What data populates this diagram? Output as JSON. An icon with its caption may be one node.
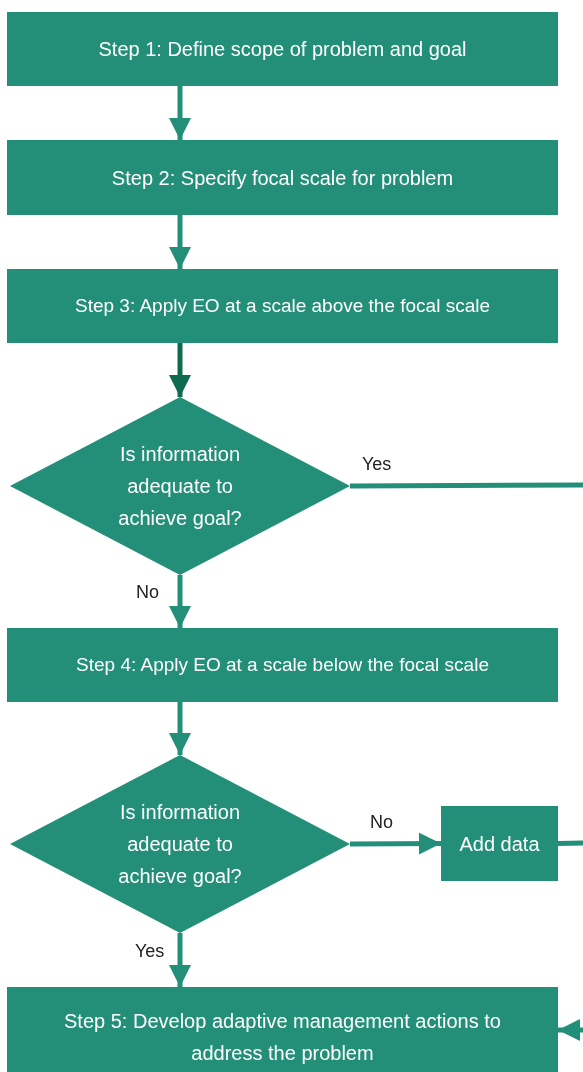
{
  "diagram": {
    "nodes": [
      {
        "text": [
          "Step 1: Define scope of problem and goal"
        ]
      },
      {
        "text": [
          "Step 2: Specify focal scale for problem"
        ]
      },
      {
        "text": [
          "Step 3: Apply EO at a scale above the focal scale"
        ]
      },
      {
        "text": [
          "Is information adequate to achieve goal?"
        ]
      },
      {
        "text": [
          "Step 4: Apply EO at a scale below the focal scale"
        ]
      },
      {
        "text": [
          "Is information adequate to achieve goal?"
        ]
      },
      {
        "text": [
          "Add data"
        ]
      },
      {
        "text": [
          "Step 5: Develop adaptive management actions to address the problem"
        ]
      }
    ],
    "edges": [
      {
        "from": 0,
        "to": 1,
        "arrow": "to"
      },
      {
        "from": 1,
        "to": 2,
        "arrow": "to"
      },
      {
        "from": 2,
        "to": 3,
        "arrow": "to",
        "color": "#0e6b4f"
      },
      {
        "from": 3,
        "to": 4,
        "arrow": "to",
        "label": "No"
      },
      {
        "from": 3,
        "to": null,
        "arrow": "none",
        "label": "Yes"
      },
      {
        "from": 4,
        "to": 5,
        "arrow": "to"
      },
      {
        "from": 5,
        "to": 6,
        "arrow": "to",
        "label": "No"
      },
      {
        "from": 5,
        "to": 7,
        "arrow": "to",
        "label": "Yes"
      },
      {
        "from": 6,
        "to": null,
        "arrow": "none"
      },
      {
        "from": null,
        "to": 7,
        "arrow": "to"
      }
    ]
  }
}
